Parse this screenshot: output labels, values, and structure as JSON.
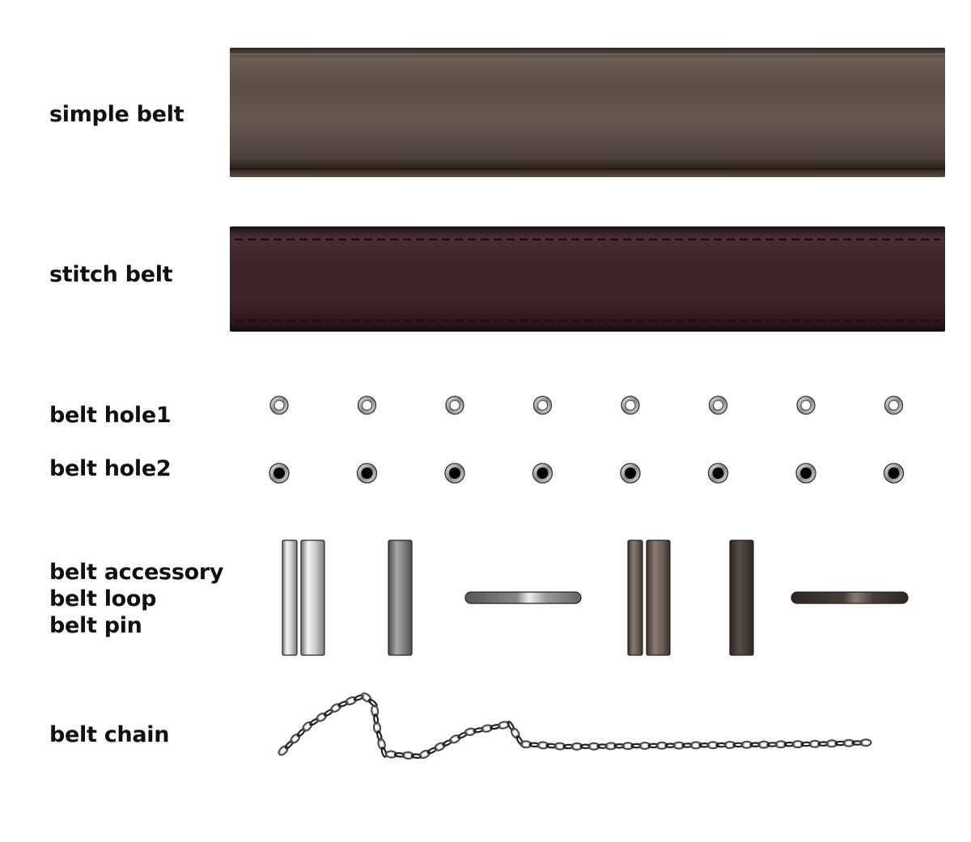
{
  "labels": {
    "simple_belt": "simple belt",
    "stitch_belt": "stitch belt",
    "belt_hole1": "belt hole1",
    "belt_hole2": "belt hole2",
    "belt_accessory": "belt accessory",
    "belt_loop": "belt loop",
    "belt_pin": "belt pin",
    "belt_chain": "belt chain"
  },
  "hole_count": 8,
  "colors": {
    "simple_belt": "#5a4d44",
    "stitch_belt": "#3c2528",
    "silver": "#c8c8c8",
    "dark_metal": "#4a3f3a"
  }
}
